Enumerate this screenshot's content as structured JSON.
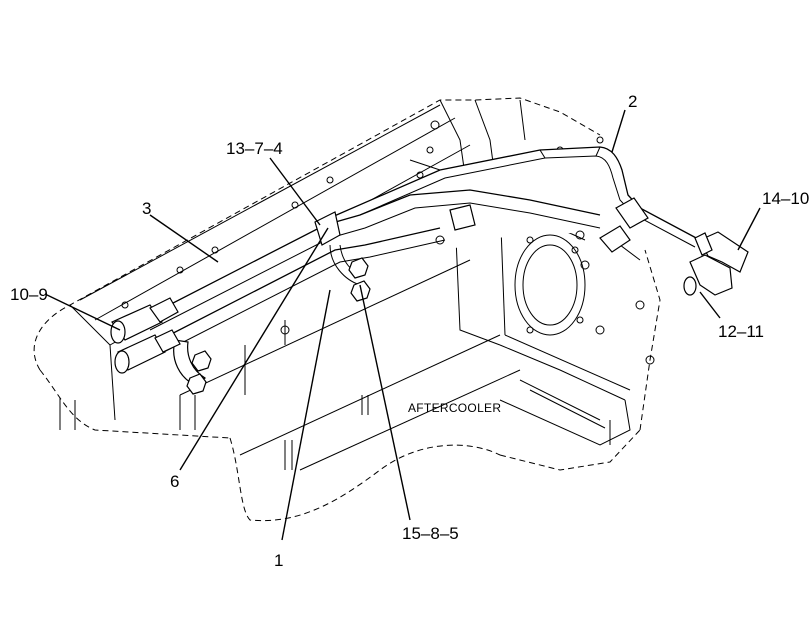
{
  "labels": {
    "c1": "1",
    "c2": "2",
    "c3": "3",
    "c6": "6",
    "c10_9": "10–9",
    "c12_11": "12–11",
    "c13_7_4": "13–7–4",
    "c14_10": "14–10",
    "c15_8_5": "15–8–5",
    "aftercooler": "AFTERCOOLER"
  }
}
